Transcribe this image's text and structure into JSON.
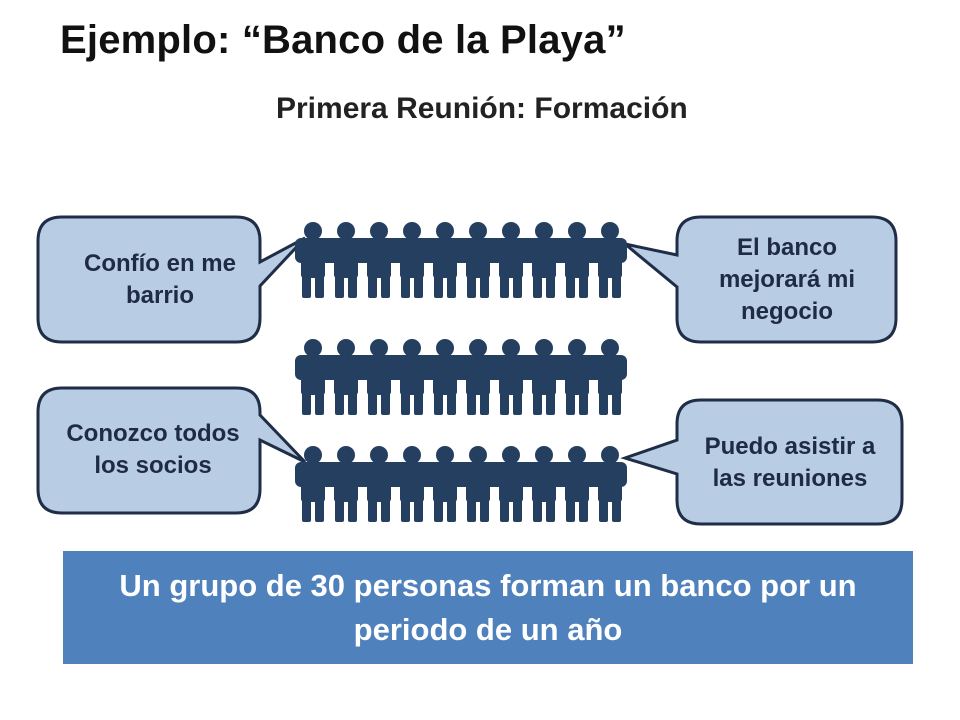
{
  "title": "Ejemplo: “Banco de la Playa”",
  "subtitle": "Primera Reunión: Formación",
  "bubbles": {
    "top_left": "Confío en me barrio",
    "top_right": "El banco mejorará mi negocio",
    "bottom_left": "Conozco todos los socios",
    "bottom_right": "Puedo asistir a las reuniones"
  },
  "banner": "Un grupo de 30 personas forman un banco por un periodo de un año",
  "group": {
    "rows": 3,
    "people_per_row": 10
  },
  "colors": {
    "person": "#243f60",
    "bubble_fill": "#b8cce4",
    "bubble_stroke": "#1f2d47",
    "banner": "#4f81bd"
  },
  "icons": [
    "person-icon",
    "speech-bubble"
  ]
}
